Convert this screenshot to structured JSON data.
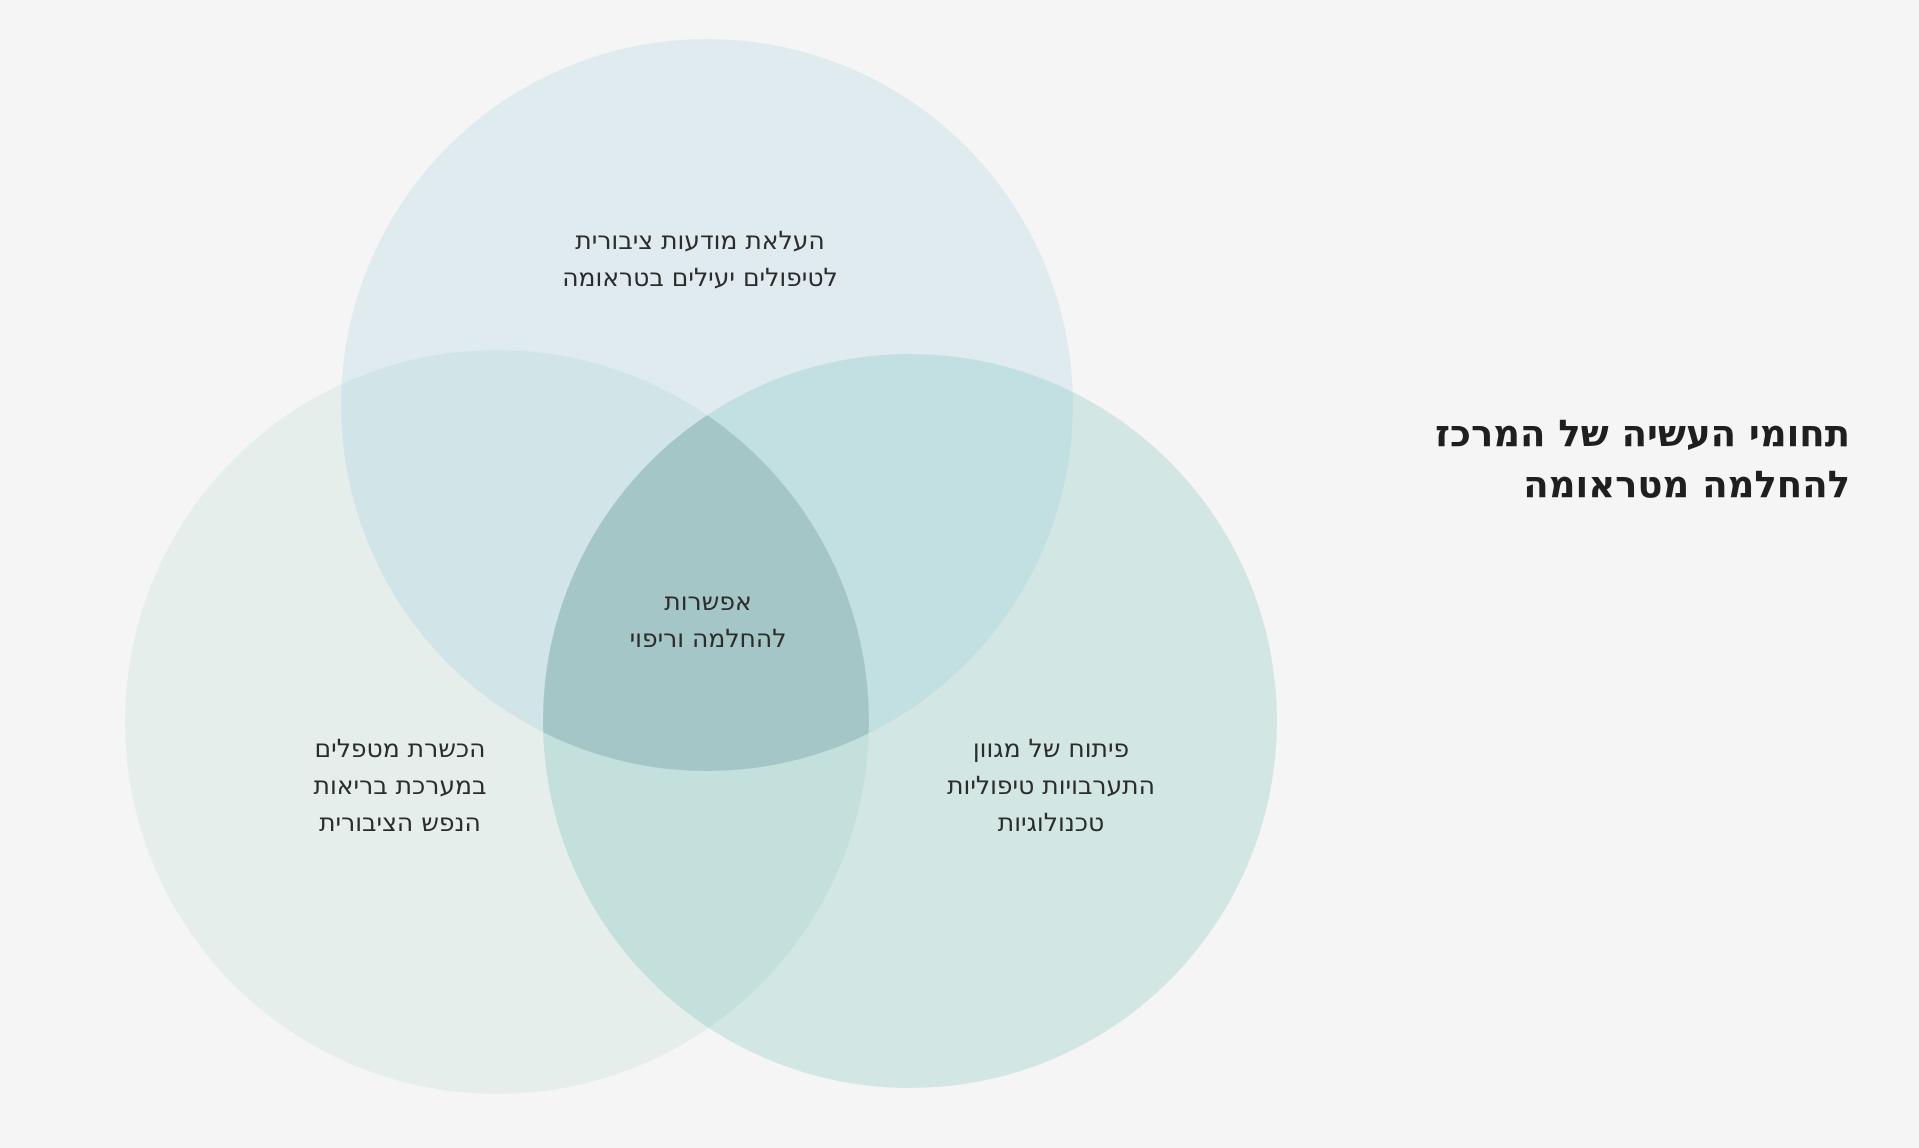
{
  "title": {
    "line1": "תחומי העשיה של המרכז",
    "line2": "להחלמה מטראומה"
  },
  "diagram": {
    "top": {
      "line1": "העלאת מודעות ציבורית",
      "line2": "לטיפולים יעילים בטראומה"
    },
    "center": {
      "line1": "אפשרות",
      "line2": "להחלמה וריפוי"
    },
    "left": {
      "line1": "הכשרת מטפלים",
      "line2": "במערכת בריאות",
      "line3": "הנפש הציבורית"
    },
    "right": {
      "line1": "פיתוח של מגוון",
      "line2": "התערבויות טיפוליות",
      "line3": "טכנולוגיות"
    }
  },
  "colors": {
    "background": "#f5f5f5",
    "circle_top": "#dfebef",
    "circle_left": "#e5eeeb",
    "circle_right": "#d2e6e3",
    "center_overlap": "#a4c6c6"
  }
}
